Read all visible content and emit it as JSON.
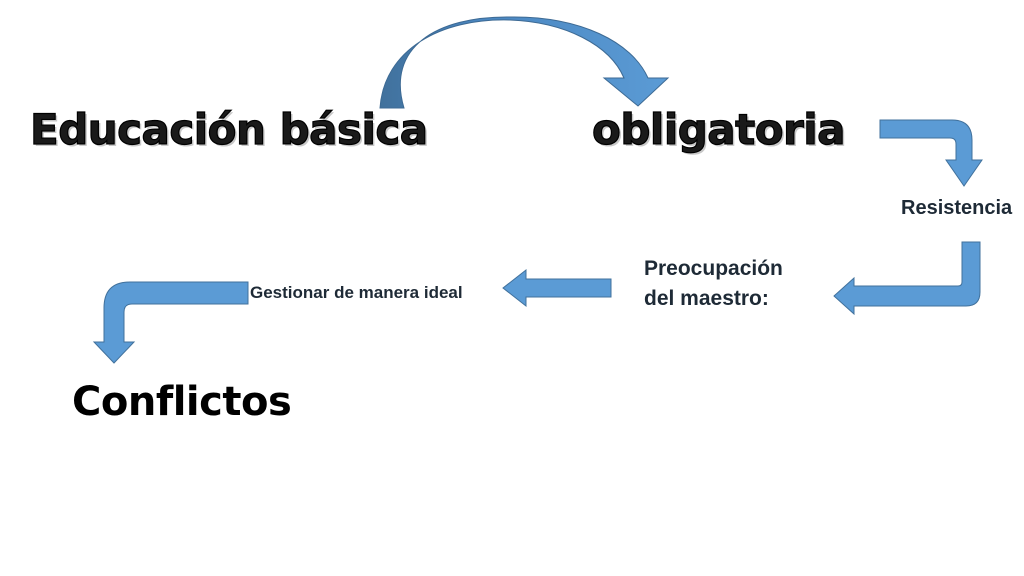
{
  "diagram": {
    "nodes": {
      "educacion_basica": "Educación básica",
      "obligatoria": "obligatoria",
      "resistencia": "Resistencia",
      "preocupacion_line1": "Preocupación",
      "preocupacion_line2": "del maestro:",
      "gestionar": "Gestionar de manera ideal",
      "conflictos": "Conflictos"
    },
    "colors": {
      "arrow_fill": "#5b9bd5",
      "arrow_dark": "#41719c",
      "text": "#000000"
    }
  }
}
